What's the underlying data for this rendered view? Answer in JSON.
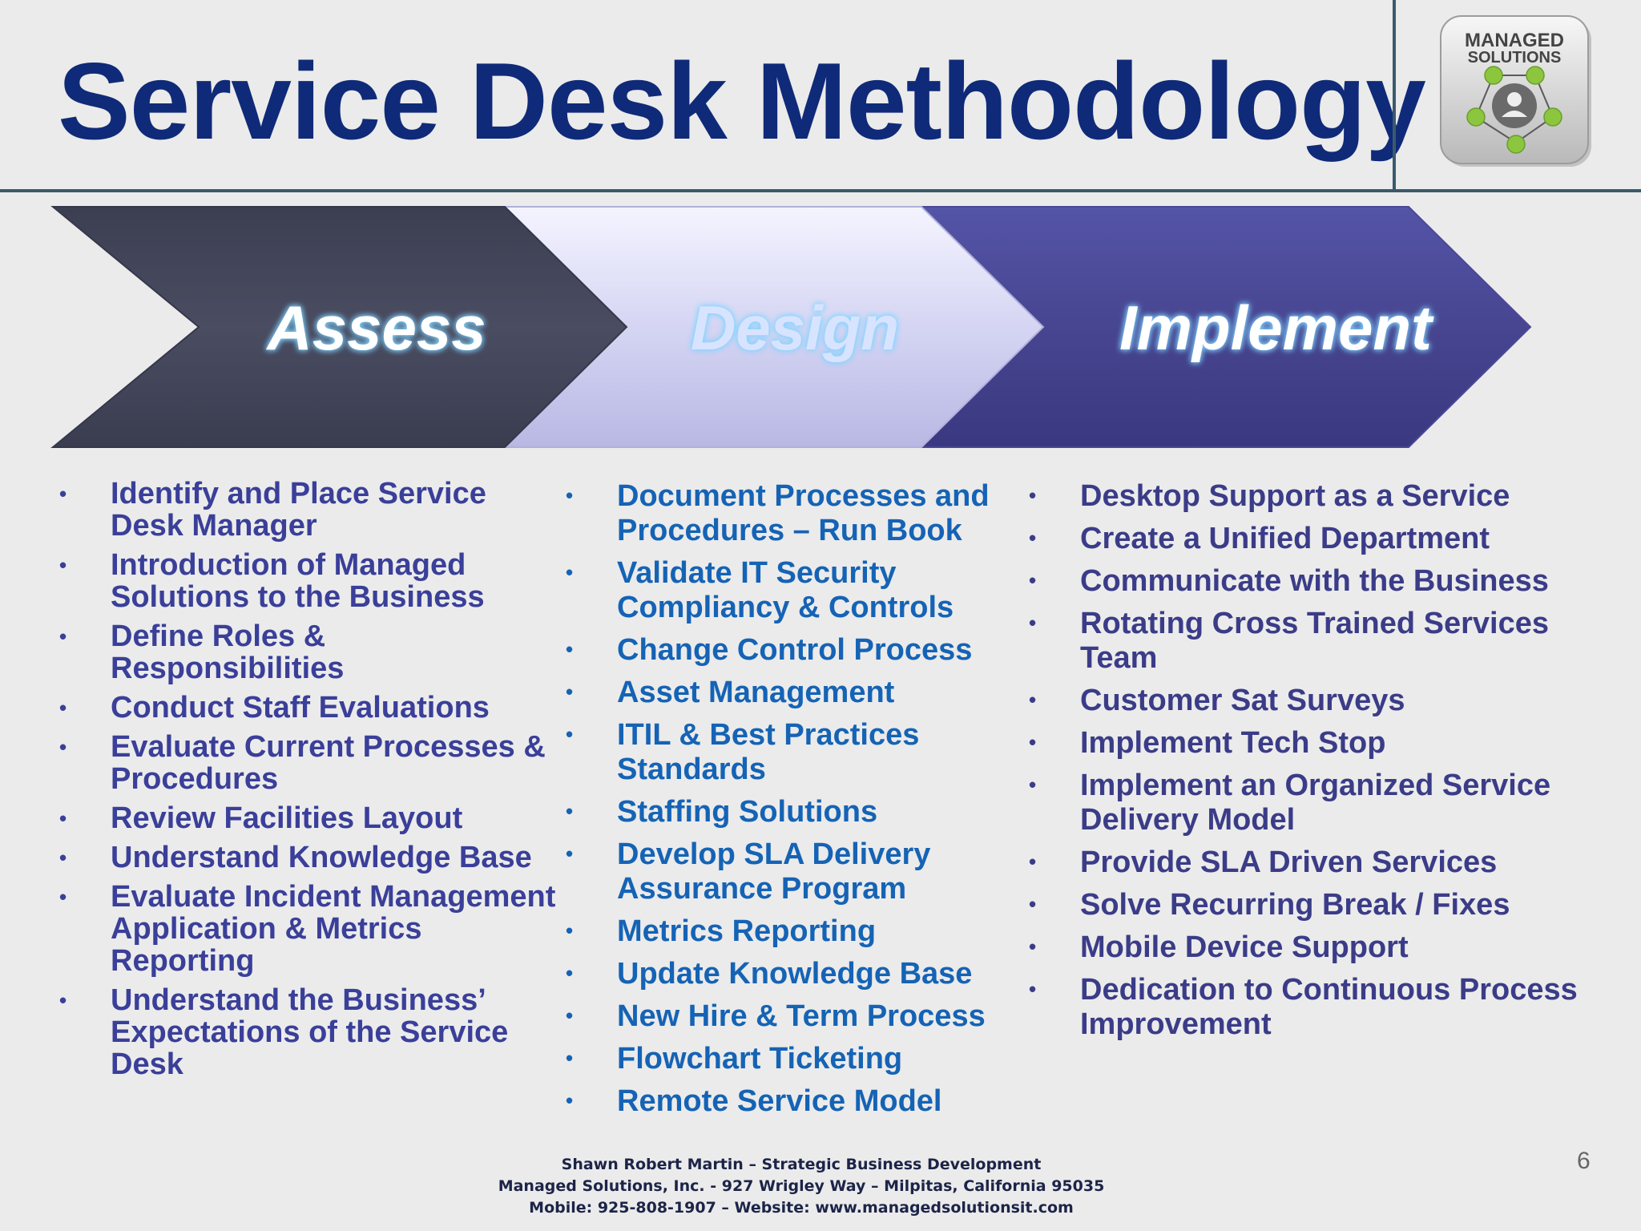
{
  "slide": {
    "title": "Service Desk Methodology",
    "page_number": "6"
  },
  "logo": {
    "line1": "MANAGED",
    "line2": "SOLUTIONS"
  },
  "phases": [
    {
      "label": "Assess"
    },
    {
      "label": "Design"
    },
    {
      "label": "Implement"
    }
  ],
  "columns": {
    "assess": [
      "Identify and Place Service Desk Manager",
      "Introduction of Managed Solutions to the Business",
      "Define Roles & Responsibilities",
      "Conduct Staff Evaluations",
      "Evaluate Current Processes & Procedures",
      "Review Facilities Layout",
      "Understand Knowledge Base",
      "Evaluate Incident Management Application & Metrics Reporting",
      "Understand the Business’ Expectations of the Service Desk"
    ],
    "design": [
      "Document Processes and Procedures – Run Book",
      "Validate IT Security Compliancy & Controls",
      "Change Control Process",
      "Asset Management",
      "ITIL & Best Practices Standards",
      "Staffing Solutions",
      "Develop SLA Delivery Assurance Program",
      "Metrics Reporting",
      "Update Knowledge Base",
      "New Hire & Term Process",
      "Flowchart Ticketing",
      "Remote Service Model"
    ],
    "implement": [
      "Desktop Support as a Service",
      "Create a Unified Department",
      "Communicate with the Business",
      "Rotating Cross Trained Services Team",
      "Customer Sat Surveys",
      "Implement Tech Stop",
      "Implement an Organized Service Delivery Model",
      "Provide SLA Driven Services",
      "Solve Recurring Break / Fixes",
      "Mobile Device Support",
      "Dedication to Continuous Process Improvement"
    ]
  },
  "footer": {
    "line1": "Shawn Robert Martin – Strategic Business Development",
    "line2": "Managed Solutions, Inc. -  927 Wrigley Way – Milpitas, California 95035",
    "line3": "Mobile: 925-808-1907 – Website: www.managedsolutionsit.com"
  },
  "colors": {
    "title": "#0f2a78",
    "assess_text": "#3a3f99",
    "design_text": "#1563b5",
    "implement_text": "#3b3c88",
    "assess_chevron": "#474a5e",
    "design_chevron": "#c8c8ee",
    "implement_chevron": "#4a4898"
  }
}
